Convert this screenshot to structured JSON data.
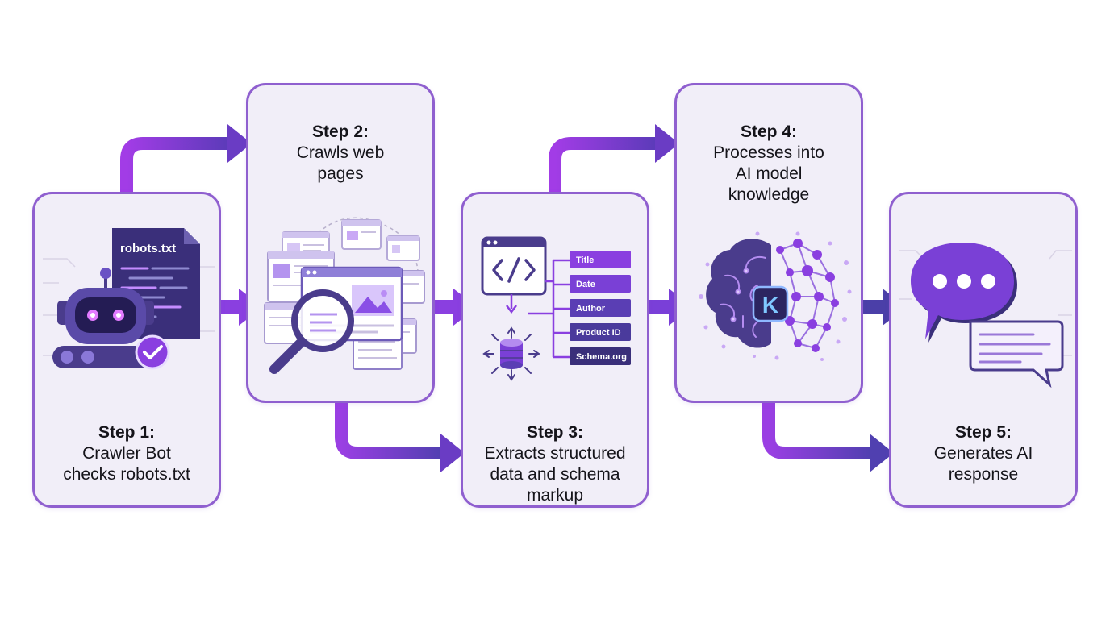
{
  "steps": [
    {
      "label": "Step 1:",
      "lines": [
        "Crawler Bot",
        "checks robots.txt"
      ]
    },
    {
      "label": "Step 2:",
      "lines": [
        "Crawls web",
        "pages"
      ]
    },
    {
      "label": "Step 3:",
      "lines": [
        "Extracts structured",
        "data and schema",
        "markup"
      ]
    },
    {
      "label": "Step 4:",
      "lines": [
        "Processes into",
        "AI model",
        "knowledge"
      ]
    },
    {
      "label": "Step 5:",
      "lines": [
        "Generates AI",
        "response"
      ]
    }
  ],
  "step1": {
    "file_name": "robots.txt"
  },
  "step3": {
    "schema_fields": [
      "Title",
      "Date",
      "Author",
      "Product ID",
      "Schema.org"
    ]
  },
  "step4": {
    "logo_letter": "K"
  },
  "colors": {
    "accent": "#8a3fe0",
    "accent_dark": "#4b3a9a",
    "card_bg": "#f1eef8",
    "card_border": "#8f5fcf",
    "text": "#15141a"
  },
  "icons": [
    "robot-icon",
    "check-icon",
    "document-icon",
    "magnifier-icon",
    "code-icon",
    "database-icon",
    "brain-icon",
    "chat-bubble-icon"
  ]
}
